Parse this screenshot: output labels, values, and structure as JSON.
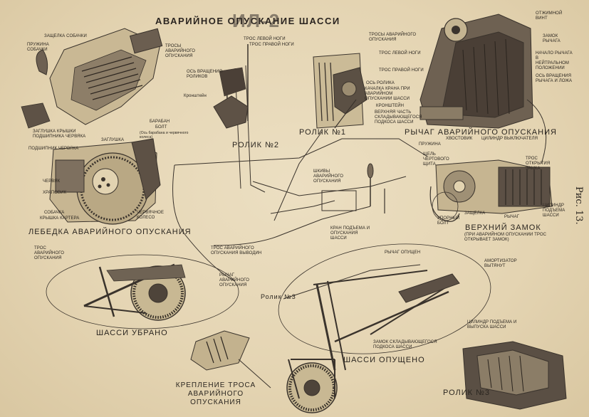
{
  "title": {
    "main": "АВАРИЙНОЕ ОПУСКАНИЕ ШАССИ",
    "overlay": "ИЛ-2"
  },
  "figure_number": "Рис. 13.",
  "captions": {
    "winch": "ЛЕБЕДКА АВАРИЙНОГО ОПУСКАНИЯ",
    "pulley_2": "РОЛИК №2",
    "pulley_1": "РОЛИК №1",
    "pulley_3_left": "Ролик №3",
    "pulley_3_bottom": "РОЛИК №3",
    "lever": "РЫЧАГ АВАРИЙНОГО ОПУСКАНИЯ",
    "upper_lock": "ВЕРХНИЙ ЗАМОК",
    "upper_lock_note": "(ПРИ АВАРИЙНОМ ОПУСКАНИИ ТРОС ОТКРЫВАЕТ ЗАМОК)",
    "gear_up": "ШАССИ УБРАНО",
    "gear_down": "ШАССИ ОПУЩЕНО",
    "mount": "КРЕПЛЕНИЕ ТРОСА АВАРИЙНОГО ОПУСКАНИЯ"
  },
  "labels": {
    "zashchelka_sobachki": "ЗАЩЕЛКА СОБАЧКИ",
    "pruzhina_sobachki": "ПРУЖИНА СОБАЧКИ",
    "trosy_avar_opusk_1": "ТРОСЫ АВАРИЙНОГО ОПУСКАНИЯ",
    "tros_levoy_nogi_1": "ТРОС ЛЕВОЙ НОГИ",
    "tros_pravoy_nogi_1": "ТРОС ПРАВОЙ НОГИ",
    "os_vrashcheniya_rolikov": "ОСЬ ВРАЩЕНИЯ РОЛИКОВ",
    "kronshteyn_1": "Кронштейн",
    "baraban": "БАРАБАН",
    "bolt_1": "БОЛТ",
    "bolt_1_note": "(Ось барабана и червячного колеса)",
    "zaglushka_kr_1": "ЗАГЛУШКА КРЫШКИ ПОДШИПНИКА ЧЕРВЯКА",
    "zaglushka": "ЗАГЛУШКА",
    "podshipnik_chervyaka": "ПОДШИПНИК ЧЕРВЯКА",
    "chervyak": "ЧЕРВЯК",
    "hrapovik": "ХРАПОВИК",
    "sobachka": "СОБАЧКА",
    "kryshka_kartera": "КРЫШКА КАРТЕРА",
    "chervyachnoe_koleso": "ЧЕРВЯЧНОЕ КОЛЕСО",
    "trosy_avar_opusk_2": "ТРОСЫ АВАРИЙНОГО ОПУСКАНИЯ",
    "tros_levoy_nogi_2": "ТРОС ЛЕВОЙ НОГИ",
    "tros_pravoy_nogi_2": "ТРОС ПРАВОЙ НОГИ",
    "os_rolika": "ОСЬ РОЛИКА",
    "kachalka_krana": "КАЧАЛКА КРАНА ПРИ АВАРИЙНОМ ОПУСКАНИИ ШАССИ",
    "kronshteyn_2": "КРОНШТЕЙН",
    "verhnyaya_chast": "ВЕРХНЯЯ ЧАСТЬ СКЛАДЫВАЮЩЕГОСЯ ПОДКОСА ШАССИ",
    "otzhimnoy": "ОТЖИМНОЙ ВИНТ",
    "zamok_rychaga": "ЗАМОК РЫЧАГА",
    "nachalo_rychaga": "НАЧАЛО РЫЧАГА В НЕЙТРАЛЬНОМ ПОЛОЖЕНИИ",
    "os_vrashcheniya_rychaga": "ОСЬ ВРАЩЕНИЯ РЫЧАГА И ЛОЖА",
    "hvostovik": "ХВОСТОВИК",
    "tsilindr_vyklyuchatelya": "ЦИЛИНДР ВЫКЛЮЧАТЕЛЯ",
    "pruzhina": "ПРУЖИНА",
    "shchel": "ЩЕЛЬ ЧЕРТОВОГО ЩИТА",
    "tros_otkrytiya_zamka": "ТРОС ОТКРЫТИЯ ЗАМКА",
    "zashchelka": "ЗАЩЕЛКА",
    "uporny_bolt": "УПОРНЫЙ БОЛТ",
    "rychag_small": "РЫЧАГ",
    "tsilindr_podema_1": "ЦИЛИНДР ПОДЪЕМА ШАССИ",
    "shkivy_avar": "ШКИВЫ АВАРИЙНОГО ОПУСКАНИЯ",
    "kran_podema": "КРАН ПОДЪЕМА И ОПУСКАНИЯ ШАССИ",
    "tros_avar_vyvodin": "ТРОС АВАРИЙНОГО ОПУСКАНИЯ ВЫВОДИН",
    "rychag_opushen": "РЫЧАГ ОПУЩЕН",
    "amortizator": "АМОРТИЗАТОР ВЫТЯНУТ",
    "tros_avar_opusk_gear": "ТРОС АВАРИЙНОГО ОПУСКАНИЯ",
    "rychag_avar_opusk_gear": "РЫЧАГ АВАРИЙНОГО ОПУСКАНИЯ",
    "tsilindr_podema_2": "ЦИЛИНДР ПОДЪЕМА И ВЫПУСКА ШАССИ",
    "zamok_skladyv": "ЗАМОК СКЛАДЫВАЮЩЕГОСЯ ПОДКОСА ШАССИ"
  },
  "colors": {
    "paper": "#e6d7b6",
    "ink": "#2b2620",
    "shade": "#4a4038"
  }
}
